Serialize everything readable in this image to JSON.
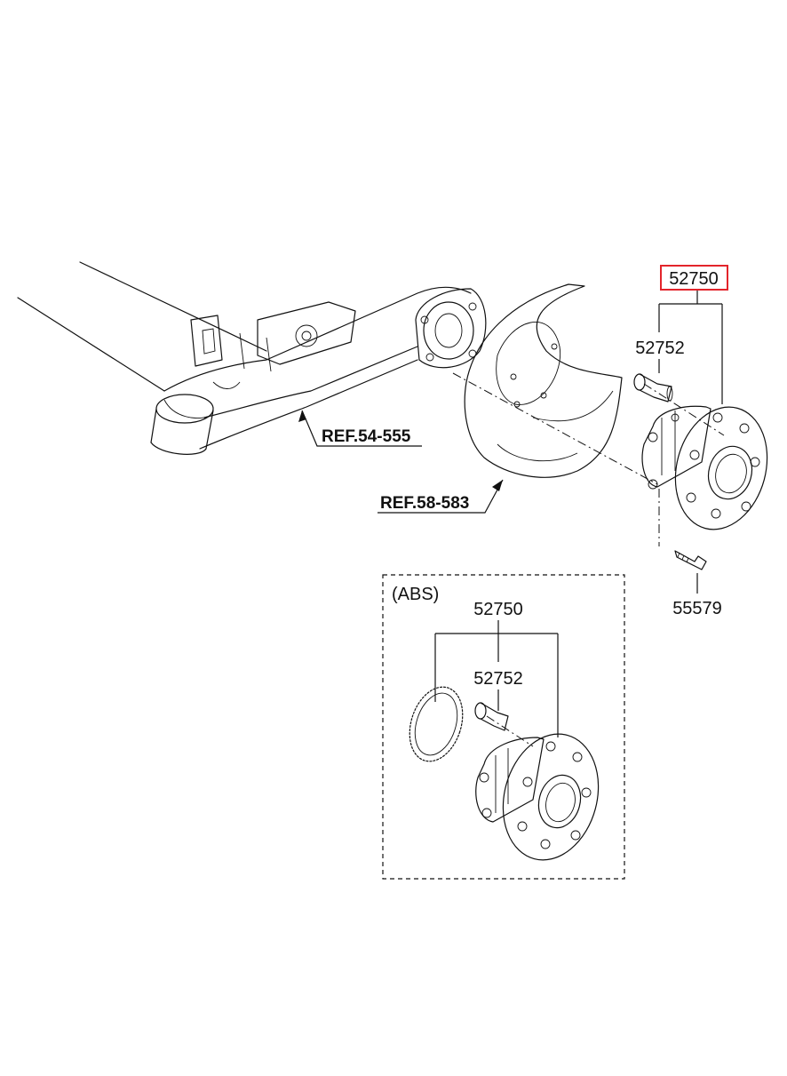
{
  "labels": {
    "main_assembly": "52750",
    "main_bolt": "52752",
    "screw": "55579",
    "ref_axle": "REF.54-555",
    "ref_shield": "REF.58-583",
    "abs_title": "(ABS)",
    "abs_assembly": "52750",
    "abs_bolt": "52752"
  },
  "highlight_color": "#e3242b"
}
